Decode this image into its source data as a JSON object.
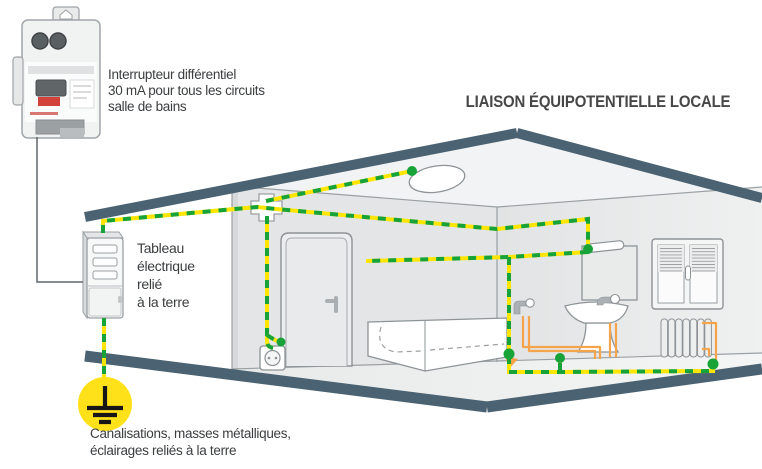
{
  "title": "LIAISON ÉQUIPOTENTIELLE LOCALE",
  "breaker_note": {
    "lines": [
      "Interrupteur différentiel",
      "30 mA pour tous les circuits",
      "salle de bains"
    ]
  },
  "panel_note": {
    "lines": [
      "Tableau",
      "électrique",
      "relié",
      "à la terre"
    ]
  },
  "earth_note": {
    "lines": [
      "Canalisations, masses métalliques,",
      "éclairages reliés à la terre"
    ]
  },
  "colors": {
    "earth_wire_yellow": "#ffe500",
    "earth_wire_green": "#17a338",
    "pipe_orange": "#f6a44c",
    "structure_slate": "#4a6272",
    "earth_symbol_yellow": "#ffe11a",
    "text_dark": "#3b3d3f"
  }
}
